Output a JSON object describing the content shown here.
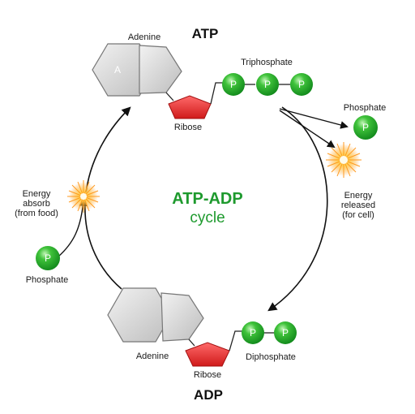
{
  "atp": {
    "title": "ATP",
    "adenine_label": "Adenine",
    "adenine_ring_letter": "A",
    "ribose_label": "Ribose",
    "phosphate_group_label": "Triphosphate",
    "phosphate_letters": [
      "P",
      "P",
      "P"
    ]
  },
  "adp": {
    "title": "ADP",
    "adenine_label": "Adenine",
    "ribose_label": "Ribose",
    "phosphate_group_label": "Diphosphate",
    "phosphate_letters": [
      "P",
      "P"
    ]
  },
  "center": {
    "line1": "ATP-ADP",
    "line2": "cycle"
  },
  "released": {
    "phosphate_label": "Phosphate",
    "phosphate_letter": "P",
    "energy_lines": [
      "Energy",
      "released",
      "(for cell)"
    ]
  },
  "absorbed": {
    "phosphate_label": "Phosphate",
    "phosphate_letter": "P",
    "energy_lines": [
      "Energy",
      "absorb",
      "(from food)"
    ]
  },
  "colors": {
    "phosphate_green": "#1fa02e",
    "ribose_red": "#e52626",
    "adenine_gray": "#d4d4d4",
    "accent_green": "#1e9a2e"
  }
}
